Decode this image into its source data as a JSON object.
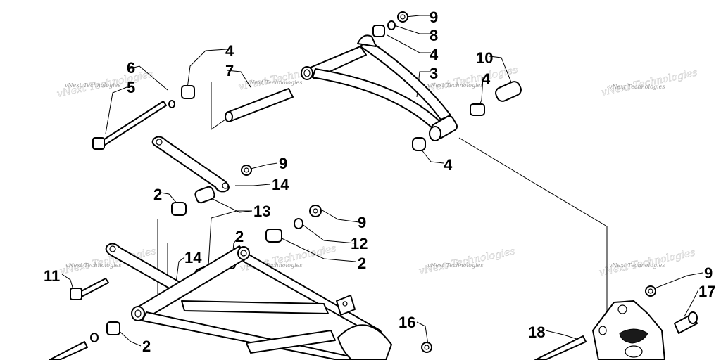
{
  "watermark": "vNext Technologies",
  "callouts": {
    "c9a": "9",
    "c8": "8",
    "c4a": "4",
    "c3": "3",
    "c10": "10",
    "c4b": "4",
    "c4c": "4",
    "c6": "6",
    "c5": "5",
    "c4d": "4",
    "c7": "7",
    "c9b": "9",
    "c14a": "14",
    "c2a": "2",
    "c13": "13",
    "c9c": "9",
    "c12": "12",
    "c2b": "2",
    "c2c": "2",
    "c14b": "14",
    "c11": "11",
    "c16": "16",
    "c2d": "2",
    "c18": "18",
    "c9d": "9",
    "c17": "17"
  }
}
